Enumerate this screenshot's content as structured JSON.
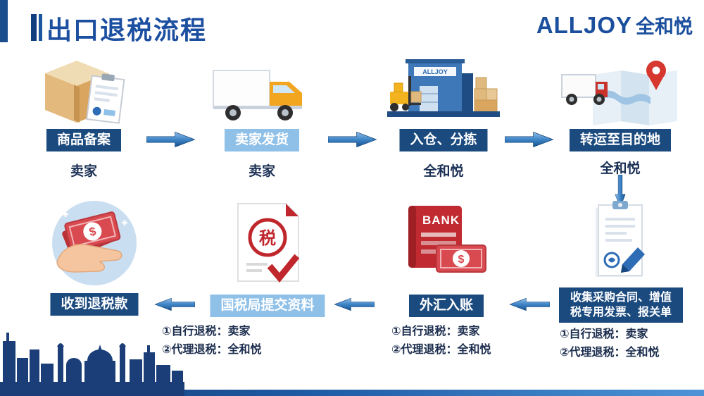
{
  "header": {
    "title": "出口退税流程",
    "logo": "ALLJOY",
    "logo_suffix": "全和悦"
  },
  "flow_top": [
    {
      "label": "商品备案",
      "actor": "卖家",
      "style": "dark"
    },
    {
      "label": "卖家发货",
      "actor": "卖家",
      "style": "light"
    },
    {
      "label": "入仓、分拣",
      "actor": "全和悦",
      "style": "dark"
    },
    {
      "label": "转运至目的地",
      "actor": "全和悦",
      "style": "dark"
    }
  ],
  "flow_bottom": [
    {
      "label": "收到退税款",
      "style": "dark",
      "notes": []
    },
    {
      "label": "国税局提交资料",
      "style": "light",
      "notes": [
        "①自行退税：卖家",
        "②代理退税：全和悦"
      ]
    },
    {
      "label": "外汇入账",
      "style": "dark",
      "notes": [
        "①自行退税：卖家",
        "②代理退税：全和悦"
      ]
    },
    {
      "label": "收集采购合同、增值税专用发票、报关单",
      "style": "dark",
      "notes": [
        "①自行退税：卖家",
        "②代理退税：全和悦"
      ]
    }
  ],
  "icons": {
    "warehouse_sign": "ALLJOY",
    "bank_text": "BANK",
    "tax_char": "税",
    "dollar": "$",
    "refund_dollar": "$"
  },
  "colors": {
    "primary_blue": "#1D4FA1",
    "dark_box": "#1B4A7E",
    "light_box": "#8FC0E8",
    "arrow_dark": "#15528F",
    "accent_red": "#C0272D"
  }
}
